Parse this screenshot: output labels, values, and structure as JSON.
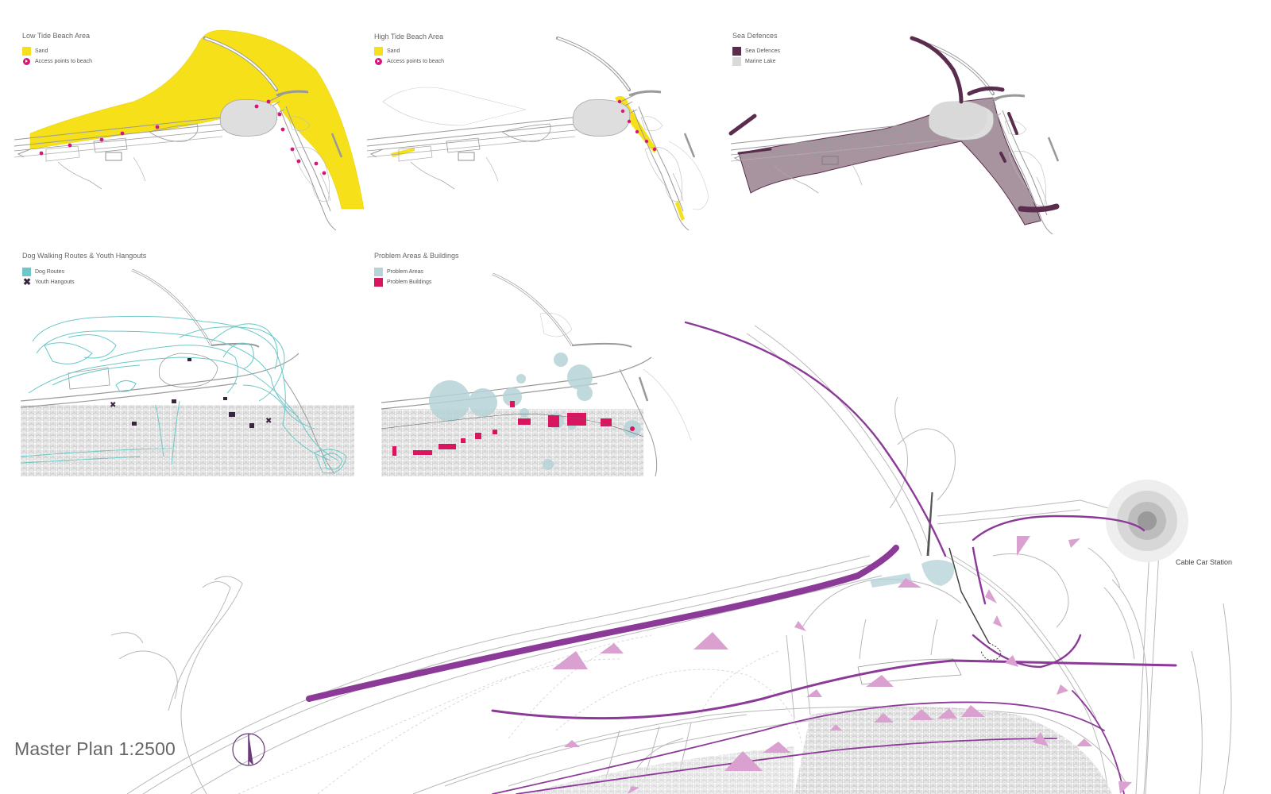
{
  "panels": {
    "low_tide": {
      "title": "Low Tide Beach Area",
      "legend": [
        {
          "label": "Sand",
          "kind": "swatch",
          "color": "#f5e01a"
        },
        {
          "label": "Access points to beach",
          "kind": "dot",
          "color": "#d8157a"
        }
      ]
    },
    "high_tide": {
      "title": "High Tide Beach Area",
      "legend": [
        {
          "label": "Sand",
          "kind": "swatch",
          "color": "#f5e01a"
        },
        {
          "label": "Access points to beach",
          "kind": "dot",
          "color": "#d8157a"
        }
      ]
    },
    "sea_defences": {
      "title": "Sea Defences",
      "legend": [
        {
          "label": "Sea Defences",
          "kind": "swatch",
          "color": "#5a2d4f"
        },
        {
          "label": "Marine Lake",
          "kind": "swatch",
          "color": "#d9d9d9"
        }
      ]
    },
    "dog_walking": {
      "title": "Dog Walking Routes & Youth Hangouts",
      "legend": [
        {
          "label": "Dog Routes",
          "kind": "swatch",
          "color": "#6cc8c8"
        },
        {
          "label": "Youth Hangouts",
          "kind": "cross",
          "color": "#3a2440"
        }
      ]
    },
    "problem_areas": {
      "title": "Problem Areas & Buildings",
      "legend": [
        {
          "label": "Problem Areas",
          "kind": "swatch",
          "color": "#b6d3d8"
        },
        {
          "label": "Problem Buildings",
          "kind": "swatch",
          "color": "#d8155e"
        }
      ]
    }
  },
  "master_plan": {
    "title": "Master Plan 1:2500",
    "cable_car_label": "Cable Car Station",
    "colors": {
      "route_purple": "#8c3a98",
      "triangle_pink": "#d9a0d0",
      "map_lines": "#b9b9b9"
    }
  }
}
